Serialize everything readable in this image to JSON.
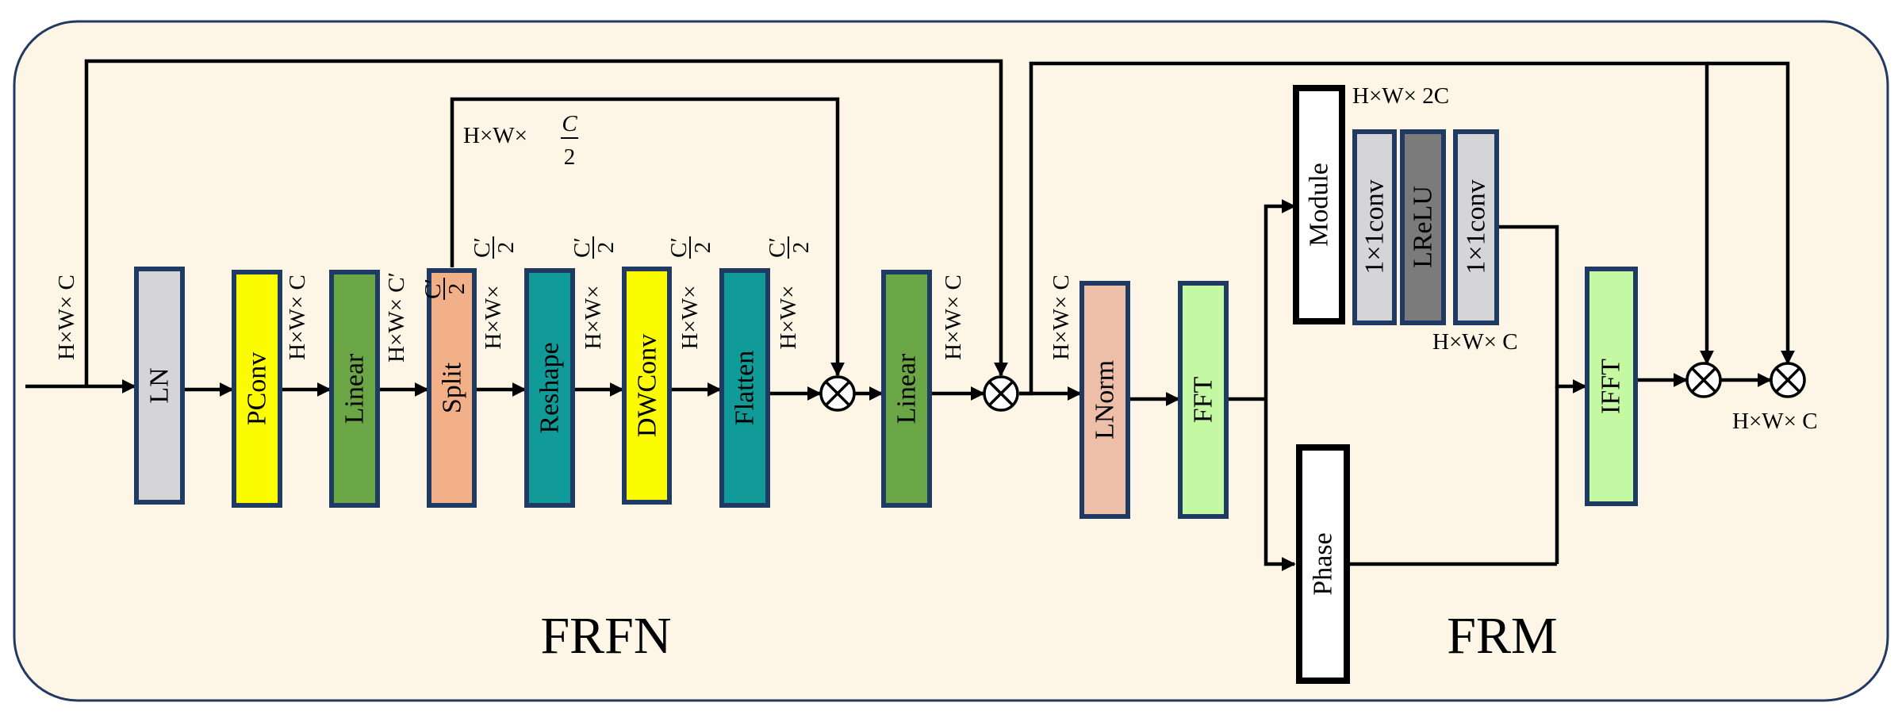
{
  "sections": {
    "frfn": "FRFN",
    "frm": "FRM"
  },
  "blocks": {
    "ln": "LN",
    "pconv": "PConv",
    "linear1": "Linear",
    "split": "Split",
    "reshape": "Reshape",
    "dwconv": "DWConv",
    "flatten": "Flatten",
    "linear2": "Linear",
    "lnorm": "LNorm",
    "fft": "FFT",
    "module": "Module",
    "conv1": "1×1conv",
    "lrelu": "LReLU",
    "conv2": "1×1conv",
    "phase": "Phase",
    "ifft": "IFFT"
  },
  "dims": {
    "input": "H×W× C",
    "after_ln": "H×W× C",
    "after_pconv": "H×W× C′",
    "after_linear": "H×W×",
    "c_prime": "C′",
    "half": "2",
    "split_branch": "H×W×",
    "c_italic": "C",
    "after_linear2": "H×W× C",
    "lnorm_in": "H×W× C",
    "module_out": "H×W× 2C",
    "conv_out": "H×W× C",
    "output": "H×W× C"
  },
  "colors": {
    "panel": "#fdf6e7",
    "panel_border": "#223a63",
    "block_border": "#1f3a63",
    "ln": "#d5d5d7",
    "pconv": "#fbfc00",
    "linear": "#6aa646",
    "split": "#f2b088",
    "reshape": "#109a98",
    "dwconv": "#fbfc00",
    "flatten": "#109a98",
    "lnorm": "#edbfa8",
    "fft": "#c4f8a3",
    "module": "#ffffff",
    "conv": "#d5d5d7",
    "lrelu": "#7b7b7b",
    "phase": "#ffffff",
    "ifft": "#c4f8a3"
  }
}
